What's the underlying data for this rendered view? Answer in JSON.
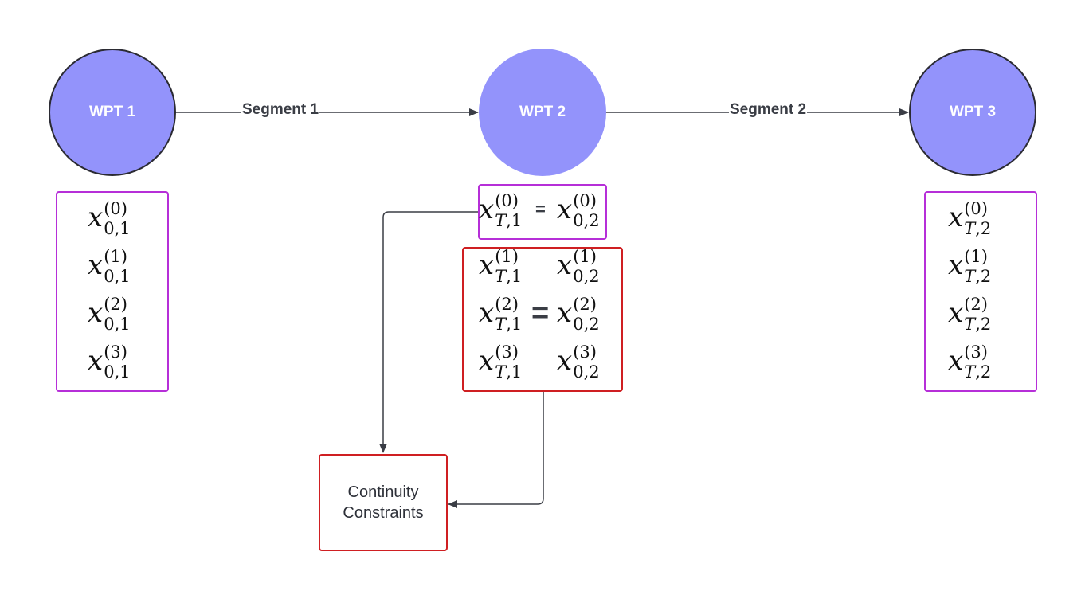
{
  "nodes": {
    "wpt1": "WPT 1",
    "wpt2": "WPT 2",
    "wpt3": "WPT 3"
  },
  "edges": {
    "segment1": "Segment 1",
    "segment2": "Segment 2"
  },
  "variables": {
    "left": [
      {
        "sup": "(0)",
        "sub_a": "0",
        "sub_b": ",1"
      },
      {
        "sup": "(1)",
        "sub_a": "0",
        "sub_b": ",1"
      },
      {
        "sup": "(2)",
        "sub_a": "0",
        "sub_b": ",1"
      },
      {
        "sup": "(3)",
        "sub_a": "0",
        "sub_b": ",1"
      }
    ],
    "right": [
      {
        "sup": "(0)",
        "sub_a": "T",
        "sub_b": ",2"
      },
      {
        "sup": "(1)",
        "sub_a": "T",
        "sub_b": ",2"
      },
      {
        "sup": "(2)",
        "sub_a": "T",
        "sub_b": ",2"
      },
      {
        "sup": "(3)",
        "sub_a": "T",
        "sub_b": ",2"
      }
    ],
    "middle_top": {
      "lhs": {
        "sup": "(0)",
        "sub_a": "T",
        "sub_b": ",1"
      },
      "eq": "=",
      "rhs": {
        "sup": "(0)",
        "sub_a": "0",
        "sub_b": ",2"
      }
    },
    "middle_block": {
      "lhs": [
        {
          "sup": "(1)",
          "sub_a": "T",
          "sub_b": ",1"
        },
        {
          "sup": "(2)",
          "sub_a": "T",
          "sub_b": ",1"
        },
        {
          "sup": "(3)",
          "sub_a": "T",
          "sub_b": ",1"
        }
      ],
      "eq": "=",
      "rhs": [
        {
          "sup": "(1)",
          "sub_a": "0",
          "sub_b": ",2"
        },
        {
          "sup": "(2)",
          "sub_a": "0",
          "sub_b": ",2"
        },
        {
          "sup": "(3)",
          "sub_a": "0",
          "sub_b": ",2"
        }
      ]
    },
    "base_letter": "x"
  },
  "constraints": {
    "line1": "Continuity",
    "line2": "Constraints"
  },
  "colors": {
    "node_fill": "#9393fb",
    "purple_border": "#b62fd8",
    "red_border": "#cf1f22",
    "wire": "#3a3d45"
  }
}
